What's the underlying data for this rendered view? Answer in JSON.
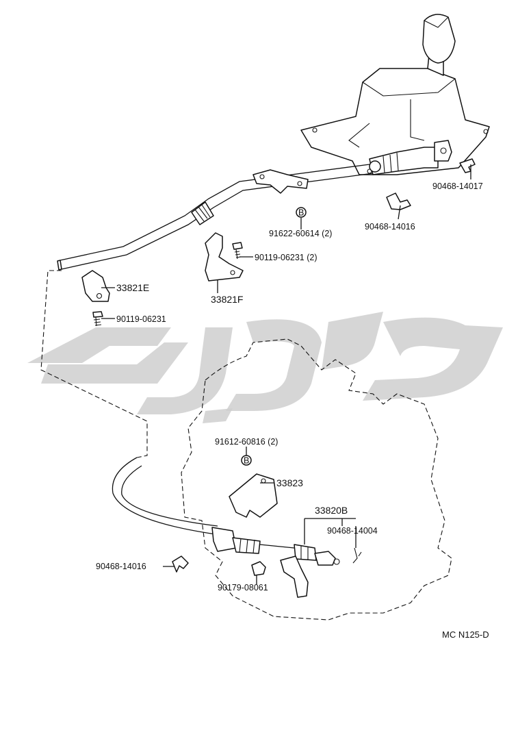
{
  "parts": {
    "p1": "90468-14017",
    "p2": "91622-60614 (2)",
    "p3": "90468-14016",
    "p4": "90119-06231 (2)",
    "p5": "33821E",
    "p6": "33821F",
    "p7": "90119-06231",
    "p8": "91612-60816 (2)",
    "p9": "33823",
    "p10": "33820B",
    "p11": "90468-14004",
    "p12": "90468-14016",
    "p13": "90179-08061"
  },
  "bolt_marker_1": "B",
  "bolt_marker_2": "B",
  "diagram_code": "MC N125-D"
}
